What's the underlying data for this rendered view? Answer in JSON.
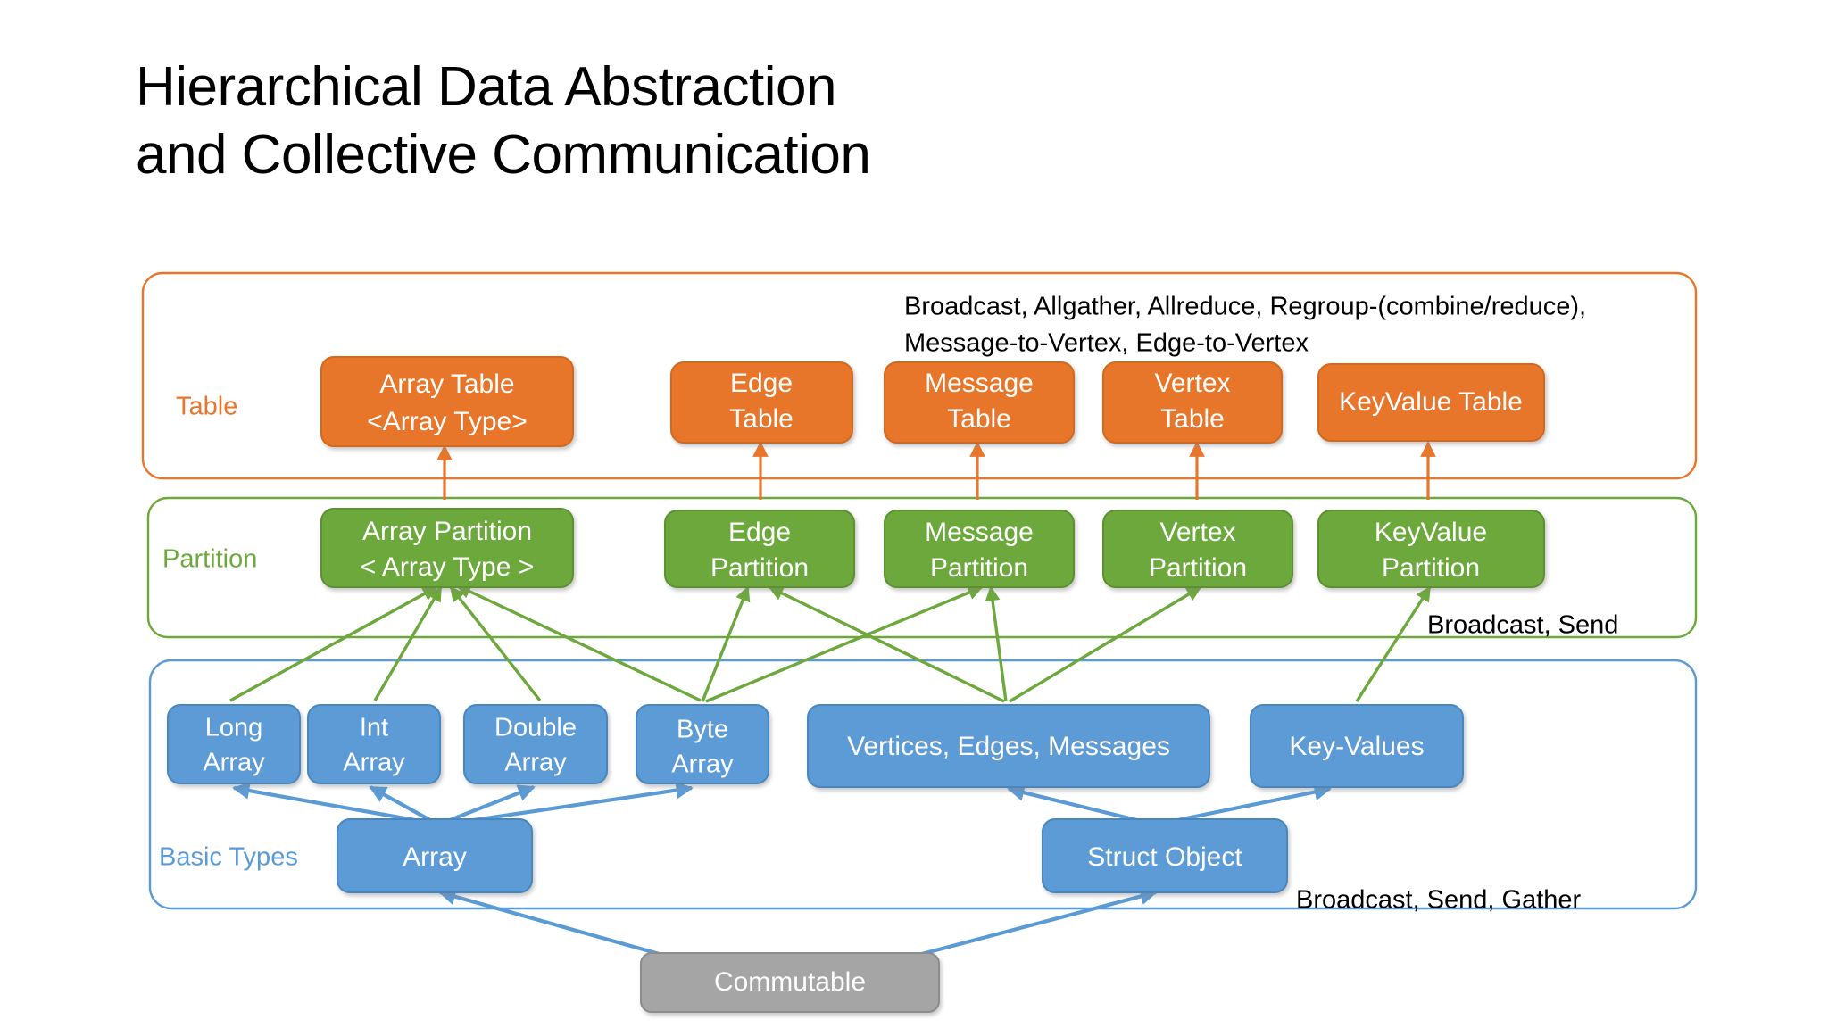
{
  "title": {
    "line1": "Hierarchical Data Abstraction",
    "line2": "and Collective Communication"
  },
  "colors": {
    "table_fill": "#E8762C",
    "table_stroke": "#D2691E",
    "partition_fill": "#6DA83C",
    "partition_stroke": "#5B912F",
    "basic_fill": "#5B9BD5",
    "basic_stroke": "#4A86BE",
    "commutable_fill": "#A5A5A5",
    "commutable_stroke": "#8C8C8C",
    "text_on_shape": "#FFFFFF",
    "free_text": "#000000"
  },
  "bands": [
    {
      "id": "table",
      "label": "Table",
      "label_color": "#E8762C",
      "stroke": "#E8762C"
    },
    {
      "id": "partition",
      "label": "Partition",
      "label_color": "#6DA83C",
      "stroke": "#6DA83C"
    },
    {
      "id": "basic",
      "label": "Basic Types",
      "label_color": "#5B9BD5",
      "stroke": "#5B9BD5"
    }
  ],
  "annotations": [
    {
      "id": "table-ops-line1",
      "text": "Broadcast, Allgather, Allreduce, Regroup-(combine/reduce),"
    },
    {
      "id": "table-ops-line2",
      "text": "Message-to-Vertex, Edge-to-Vertex"
    },
    {
      "id": "partition-ops",
      "text": "Broadcast, Send"
    },
    {
      "id": "basic-ops",
      "text": "Broadcast, Send, Gather"
    }
  ],
  "table_nodes": [
    {
      "id": "array-table",
      "lines": [
        "Array Table",
        "<Array Type>"
      ]
    },
    {
      "id": "edge-table",
      "lines": [
        "Edge",
        "Table"
      ]
    },
    {
      "id": "message-table",
      "lines": [
        "Message",
        "Table"
      ]
    },
    {
      "id": "vertex-table",
      "lines": [
        "Vertex",
        "Table"
      ]
    },
    {
      "id": "keyvalue-table",
      "lines": [
        "KeyValue Table"
      ]
    }
  ],
  "partition_nodes": [
    {
      "id": "array-partition",
      "lines": [
        "Array Partition",
        "< Array Type >"
      ]
    },
    {
      "id": "edge-partition",
      "lines": [
        "Edge",
        "Partition"
      ]
    },
    {
      "id": "message-partition",
      "lines": [
        "Message",
        "Partition"
      ]
    },
    {
      "id": "vertex-partition",
      "lines": [
        "Vertex",
        "Partition"
      ]
    },
    {
      "id": "keyvalue-partition",
      "lines": [
        "KeyValue",
        "Partition"
      ]
    }
  ],
  "basic_nodes": [
    {
      "id": "long-array",
      "lines": [
        "Long",
        "Array"
      ]
    },
    {
      "id": "int-array",
      "lines": [
        "Int",
        "Array"
      ]
    },
    {
      "id": "double-array",
      "lines": [
        "Double",
        "Array"
      ]
    },
    {
      "id": "byte-array",
      "lines": [
        "Byte",
        "Array"
      ]
    },
    {
      "id": "vertices-edges-messages",
      "lines": [
        "Vertices, Edges, Messages"
      ]
    },
    {
      "id": "key-values",
      "lines": [
        "Key-Values"
      ]
    }
  ],
  "object_nodes": [
    {
      "id": "array-object",
      "lines": [
        "Array"
      ]
    },
    {
      "id": "struct-object",
      "lines": [
        "Struct Object"
      ]
    }
  ],
  "commutable_node": {
    "id": "commutable",
    "lines": [
      "Commutable"
    ]
  }
}
